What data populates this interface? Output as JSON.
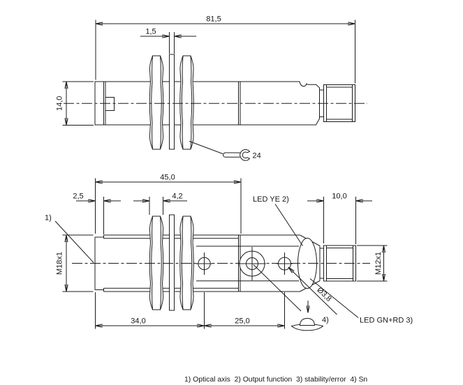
{
  "top_view": {
    "dim_overall": "81,5",
    "dim_washer": "1,5",
    "dim_height": "14,0",
    "wrench": "24"
  },
  "bottom_view": {
    "dim_thread_length": "45,0",
    "dim_nose": "2,5",
    "dim_nut": "4,2",
    "dim_connector": "10,0",
    "dim_face_to_lens": "34,0",
    "dim_lens_to_led": "25,0",
    "thread": "M18x1",
    "connector_thread": "M12x1",
    "hole_dia": "Ø3,8",
    "label_led_ye": "LED YE 2)",
    "label_led_gnrd": "LED GN+RD 3)",
    "ref_optical_axis": "1)",
    "ref_sn": "4)"
  },
  "footnote": "1) Optical axis  2) Output function  3) stability/error  4) Sn"
}
